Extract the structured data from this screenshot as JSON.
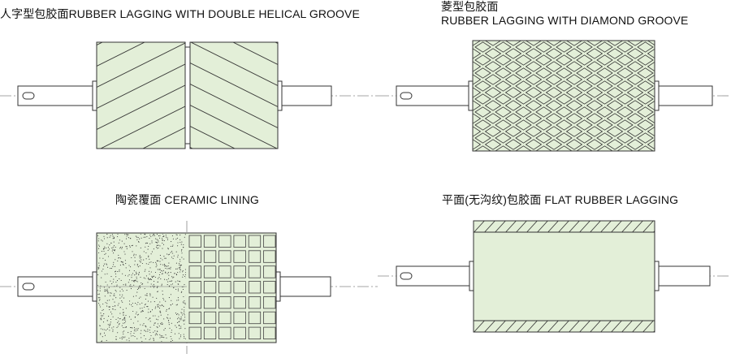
{
  "panels": [
    {
      "id": "double-helical",
      "label_line1": "人字型包胶面RUBBER LAGGING WITH DOUBLE HELICAL GROOVE",
      "label_line2": ""
    },
    {
      "id": "diamond",
      "label_line1": "菱型包胶面",
      "label_line2": "RUBBER LAGGING WITH DIAMOND GROOVE"
    },
    {
      "id": "ceramic",
      "label_line1": "陶瓷覆面 CERAMIC LINING",
      "label_line2": ""
    },
    {
      "id": "flat",
      "label_line1": "平面(无沟纹)包胶面 FLAT RUBBER LAGGING",
      "label_line2": ""
    }
  ],
  "colors": {
    "lagging_fill": "#e3efd8",
    "stroke": "#333333",
    "centerline": "#888888",
    "shaft_fill": "#ffffff"
  }
}
